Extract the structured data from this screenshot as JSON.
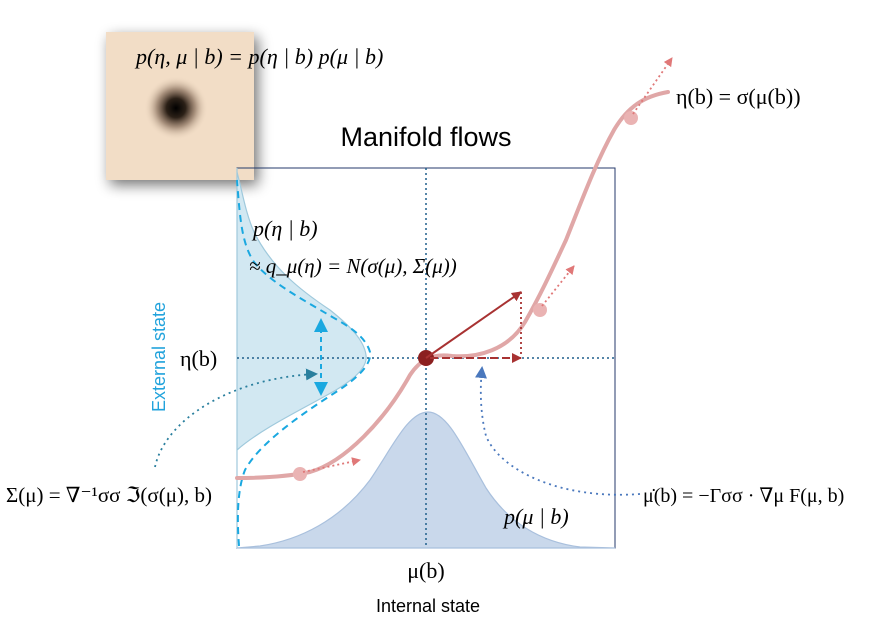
{
  "title": "Manifold flows",
  "joint_eq": "p(η, μ | b) = p(η | b) p(μ | b)",
  "eta_eq": "η(b) = σ(μ(b))",
  "posterior_label": "p(η | b)",
  "approx_eq": "≈ q_μ(η) = N(σ(μ), Σ(μ))",
  "eta_axis_label": "η(b)",
  "external_state_label": "External state",
  "sigma_eq": "Σ(μ) = ∇⁻¹σσ ℑ(σ(μ), b)",
  "mu_dot_eq": "μ̇(b) = −Γσσ · ∇μ F(μ, b)",
  "p_mu_label": "p(μ | b)",
  "mu_axis_label": "μ(b)",
  "internal_state_label": "Internal state",
  "colors": {
    "joint_bg": "#f2ddc6",
    "flow_curve": "#e0a7a7",
    "point_dark": "#8b2020",
    "arrow": "#a83232",
    "guide": "#1f5f8b",
    "box": "#243a6b",
    "external_text": "#22a3dc",
    "external_fill": "#d2e8f2",
    "dashed": "#1aa8e0",
    "internal_fill": "#c9d8eb",
    "mu_arrow": "#4a78bd"
  }
}
